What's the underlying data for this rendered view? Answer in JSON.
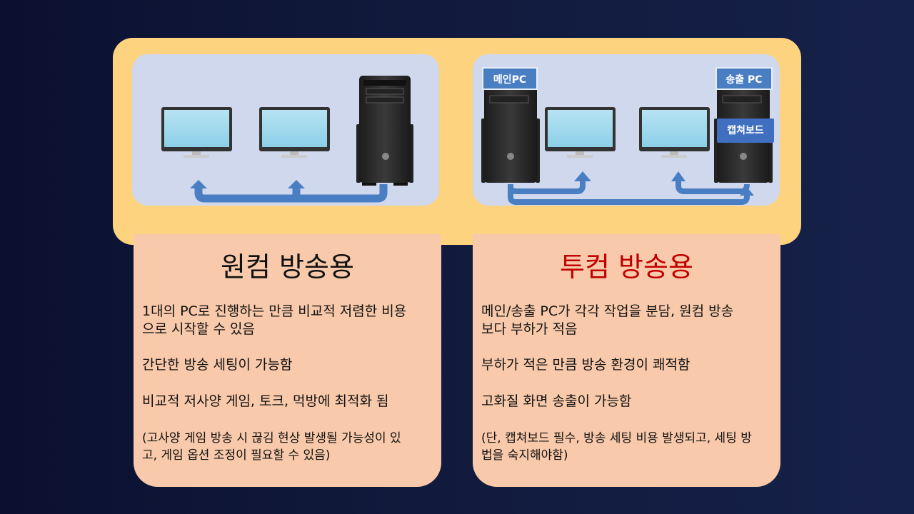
{
  "colors": {
    "background": "#0b1030",
    "band": "#fdd37f",
    "panel": "#d0d8ed",
    "card": "#f8c9aa",
    "arrow": "#4a7ec2",
    "label": "#4a7ec2",
    "highlight_title": "#c00000"
  },
  "diagram": {
    "right": {
      "main_pc_label": "메인PC",
      "stream_pc_label": "송출 PC",
      "capture_board_label": "캡쳐보드"
    }
  },
  "cards": {
    "left": {
      "title": "원컴 방송용",
      "lines": [
        "1대의 PC로 진행하는 만큼 비교적 저렴한 비용",
        "으로 시작할 수 있음",
        "간단한 방송 세팅이 가능함",
        "비교적 저사양 게임, 토크, 먹방에 최적화 됨",
        "(고사양 게임 방송 시 끊김 현상 발생될 가능성이 있",
        "고, 게임 옵션 조정이 필요할 수 있음)"
      ]
    },
    "right": {
      "title": "투컴 방송용",
      "lines": [
        "메인/송출 PC가 각각 작업을 분담, 원컴 방송",
        "보다 부하가 적음",
        "부하가 적은 만큼 방송 환경이 쾌적함",
        "고화질 화면 송출이 가능함",
        "(단, 캡쳐보드 필수, 방송 세팅 비용 발생되고, 세팅 방",
        "법을 숙지해야함)"
      ]
    }
  }
}
